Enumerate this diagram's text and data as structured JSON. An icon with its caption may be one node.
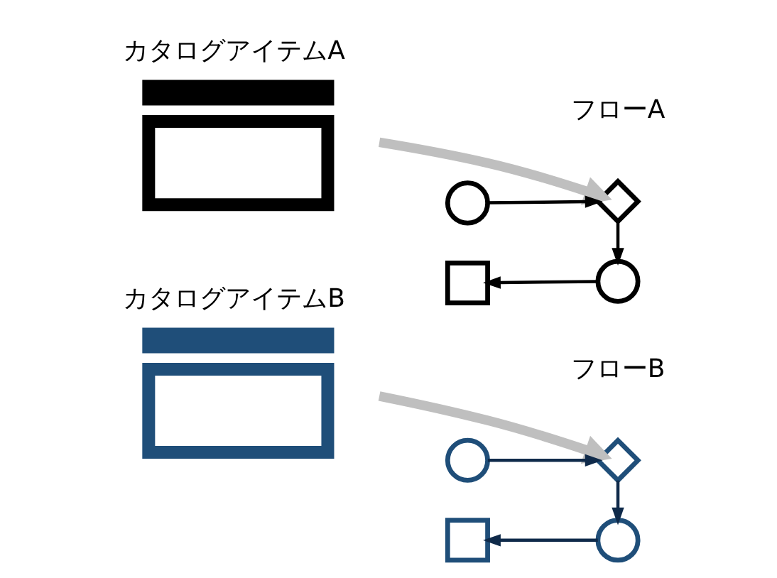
{
  "diagram": {
    "nodes": [
      {
        "text": [
          "カタログアイテムA"
        ]
      },
      {
        "text": [],
        "shape": "diamond"
      },
      {
        "text": [],
        "shape": "circle"
      },
      {
        "text": [],
        "shape": "circle"
      },
      {
        "text": [],
        "shape": "box"
      },
      {
        "text": [
          "カタログアイテムB"
        ]
      },
      {
        "text": [],
        "shape": "diamond"
      },
      {
        "text": [],
        "shape": "circle"
      },
      {
        "text": [],
        "shape": "circle"
      },
      {
        "text": [],
        "shape": "box"
      }
    ],
    "edges": [
      {
        "from": 0,
        "to": 1,
        "arrow": "to",
        "style": "thick",
        "color": "#bfbfbf"
      },
      {
        "from": 2,
        "to": 1,
        "arrow": "to"
      },
      {
        "from": 1,
        "to": 3,
        "arrow": "to"
      },
      {
        "from": 3,
        "to": 4,
        "arrow": "to"
      },
      {
        "from": 5,
        "to": 6,
        "arrow": "to",
        "style": "thick",
        "color": "#bfbfbf"
      },
      {
        "from": 7,
        "to": 6,
        "arrow": "to",
        "color": "#0f2a4a"
      },
      {
        "from": 6,
        "to": 8,
        "arrow": "to",
        "color": "#0f2a4a"
      },
      {
        "from": 8,
        "to": 9,
        "arrow": "to",
        "color": "#0f2a4a"
      }
    ],
    "labels": [
      "フローA",
      "フローB"
    ]
  }
}
